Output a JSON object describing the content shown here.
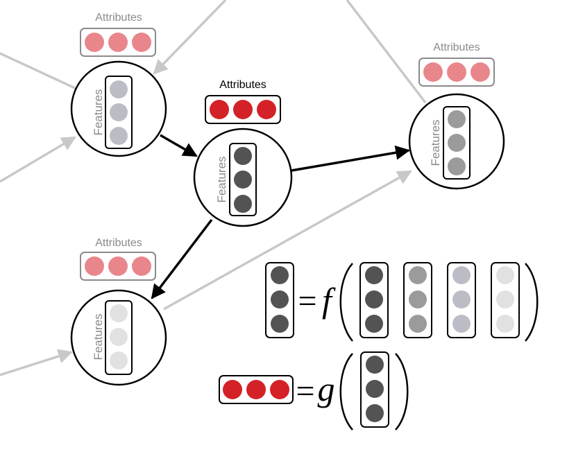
{
  "diagram": {
    "attributes_label": "Attributes",
    "features_label": "Features",
    "colors": {
      "attr_faded": "#e8868c",
      "attr_active": "#d42127",
      "feat_darkest": "#535353",
      "feat_dark": "#9b9b9b",
      "feat_mid": "#bcbcc6",
      "feat_light": "#e1e1e1",
      "edge_black": "#000000",
      "edge_gray": "#c8c8c8"
    },
    "nodes": [
      {
        "id": "top-left",
        "shade": "feat_mid",
        "attr_color": "attr_faded",
        "label_color": "#8a8a8a"
      },
      {
        "id": "center",
        "shade": "feat_darkest",
        "attr_color": "attr_active",
        "label_color": "#000000"
      },
      {
        "id": "right",
        "shade": "feat_dark",
        "attr_color": "attr_faded",
        "label_color": "#8a8a8a"
      },
      {
        "id": "bottom-left",
        "shade": "feat_light",
        "attr_color": "attr_faded",
        "label_color": "#8a8a8a"
      }
    ]
  },
  "equations": {
    "f_symbol": "f",
    "g_symbol": "g",
    "equals": "="
  }
}
